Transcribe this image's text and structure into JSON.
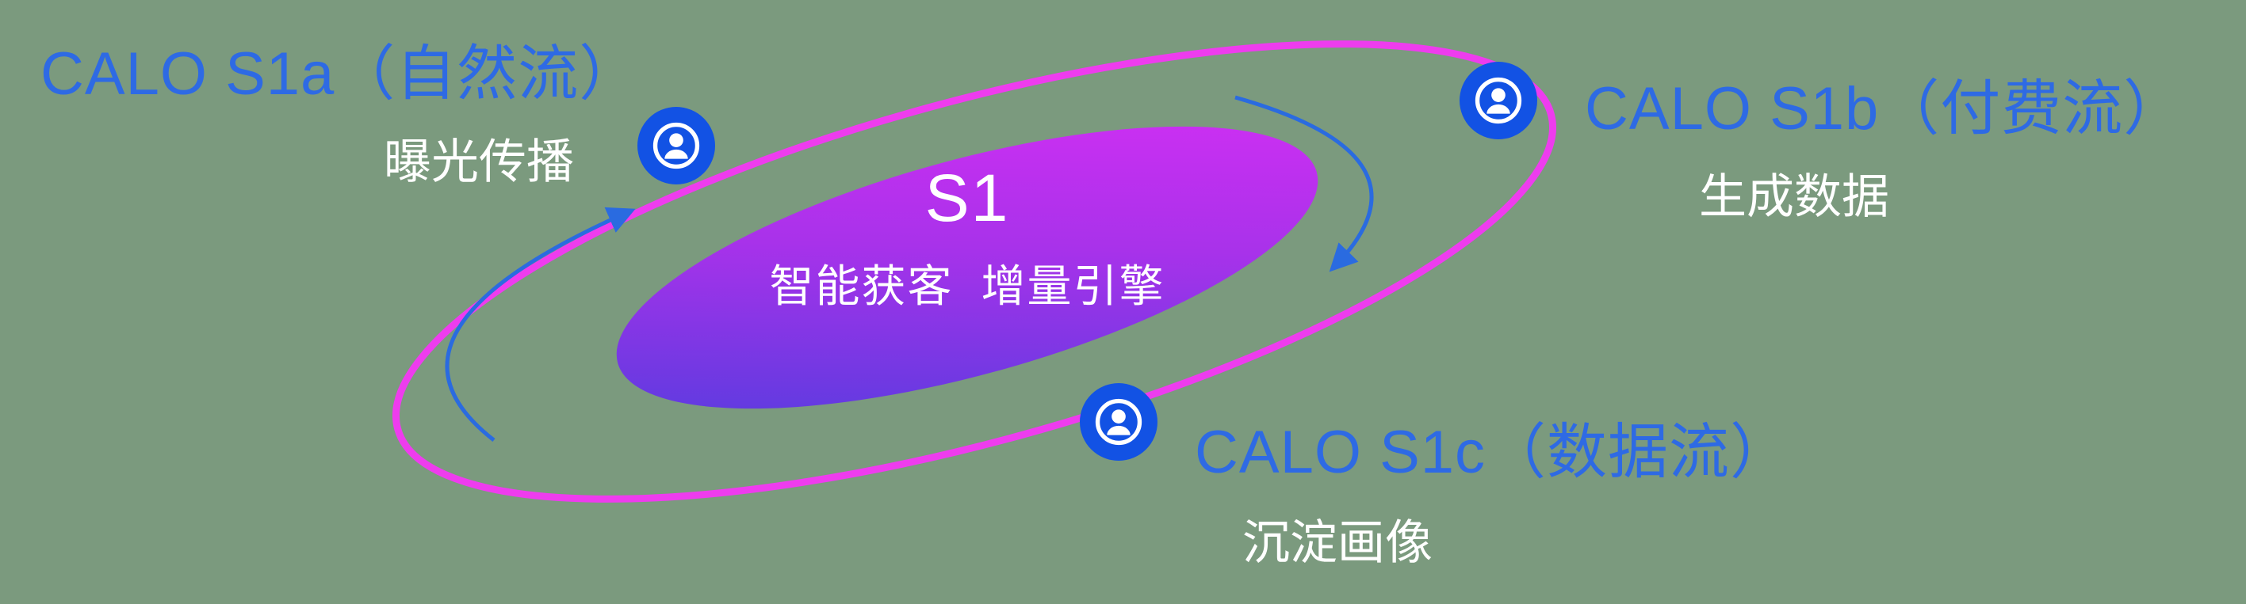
{
  "diagram": {
    "core": {
      "title": "S1",
      "subtitle": "智能获客  增量引擎"
    },
    "nodes": [
      {
        "id": "s1a",
        "title": "CALO S1a（自然流）",
        "caption": "曝光传播"
      },
      {
        "id": "s1b",
        "title": "CALO S1b（付费流）",
        "caption": "生成数据"
      },
      {
        "id": "s1c",
        "title": "CALO S1c（数据流）",
        "caption": "沉淀画像"
      }
    ],
    "colors": {
      "background_color": "#7b9a7e",
      "title_blue": "#2e6ae4",
      "ring_magenta": "#ee3cee",
      "core_gradient_start": "#4b3ddd",
      "core_gradient_end": "#d92ef5",
      "icon_blue": "#1252e4",
      "arrow_blue": "#2a6be0",
      "text_white": "#ffffff"
    }
  }
}
